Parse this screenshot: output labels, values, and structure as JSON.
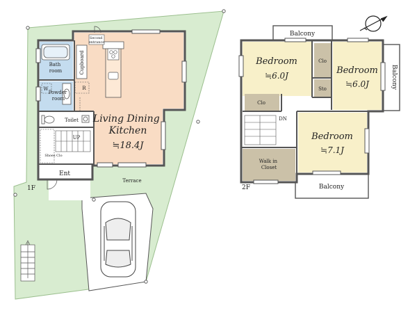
{
  "floor1": {
    "floor_label": "1F",
    "rooms": {
      "bathroom": "Bath\nroom",
      "powder": "Powder\nroom",
      "washer": "W",
      "cupboard": "Cupboard",
      "fridge": "R",
      "toilet": "Toilet",
      "living_name": "Living Dining\nKitchen",
      "living_size": "≒18.4J",
      "shoe_closet": "Shoes Clo",
      "stairs_up": "UP",
      "entrance": "Ent",
      "terrace": "Terrace",
      "second_entrance": "Second\nentrance"
    }
  },
  "floor2": {
    "floor_label": "2F",
    "rooms": {
      "bedroom_a_name": "Bedroom",
      "bedroom_a_size": "≒6.0J",
      "bedroom_b_name": "Bedroom",
      "bedroom_b_size": "≒6.0J",
      "bedroom_c_name": "Bedroom",
      "bedroom_c_size": "≒7.1J",
      "closet_a": "Clo",
      "closet_b": "Clo",
      "storage": "Sto",
      "walk_in_closet": "Walk in\nCloset",
      "stairs_down": "DN",
      "balcony_top": "Balcony",
      "balcony_right": "Balcony",
      "balcony_bottom": "Balcony"
    }
  },
  "colors": {
    "site_green": "#d8ecd0",
    "living_floor": "#f9dcc4",
    "bedroom_floor": "#f8f0c9",
    "bath_floor": "#c4dcef",
    "wic_floor": "#cbc1a8",
    "wall": "#555555",
    "corridor": "#ffffff"
  },
  "icons": [
    "north-arrow-icon",
    "car-icon",
    "bathtub-icon",
    "toilet-icon",
    "stove-icon",
    "sink-icon"
  ]
}
